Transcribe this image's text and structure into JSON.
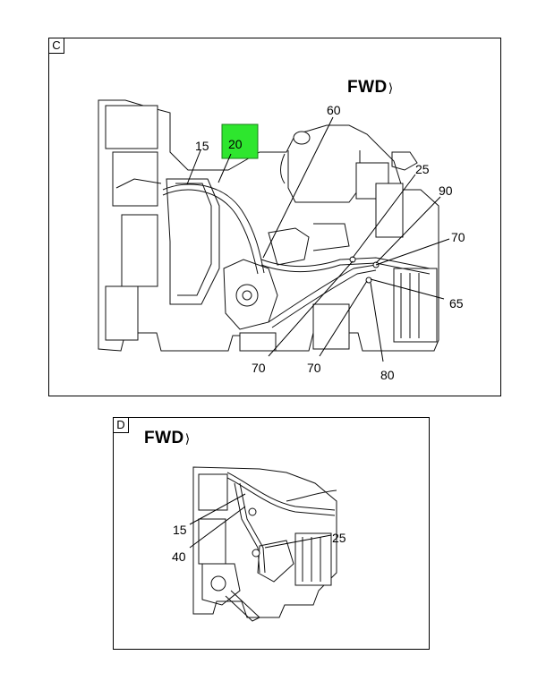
{
  "panel_c": {
    "letter": "C",
    "fwd_label": "FWD",
    "callouts": {
      "c15": "15",
      "c20": "20",
      "c60": "60",
      "c25": "25",
      "c90": "90",
      "c70a": "70",
      "c65": "65",
      "c70b": "70",
      "c70c": "70",
      "c80": "80"
    },
    "highlight_color": "#2ee62e"
  },
  "panel_d": {
    "letter": "D",
    "fwd_label": "FWD",
    "callouts": {
      "c15": "15",
      "c40": "40",
      "c25": "25"
    }
  }
}
